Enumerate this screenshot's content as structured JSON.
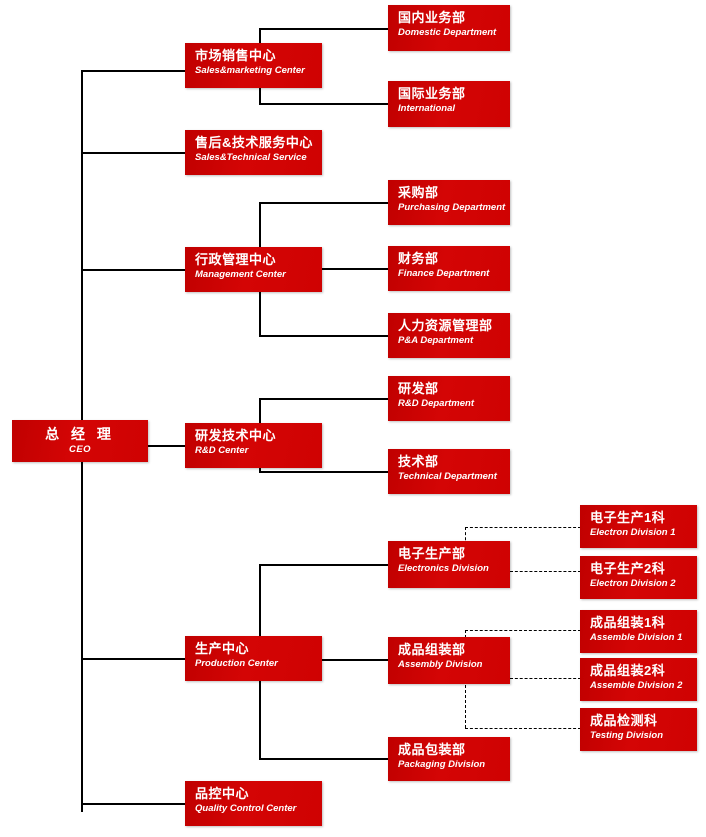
{
  "chart_title": "Company Organization Chart",
  "colors": {
    "node_fill": "#cc0000",
    "node_text": "#ffffff",
    "connector": "#000000",
    "background": "#ffffff"
  },
  "nodes": {
    "ceo": {
      "zh": "总 经 理",
      "en": "CEO"
    },
    "sales_center": {
      "zh": "市场销售中心",
      "en": "Sales&marketing Center"
    },
    "domestic": {
      "zh": "国内业务部",
      "en": "Domestic  Department"
    },
    "international": {
      "zh": "国际业务部",
      "en": "International"
    },
    "after_sales": {
      "zh": "售后&技术服务中心",
      "en": "Sales&Technical Service"
    },
    "admin_center": {
      "zh": "行政管理中心",
      "en": "Management Center"
    },
    "purchasing": {
      "zh": "采购部",
      "en": "Purchasing Department"
    },
    "finance": {
      "zh": "财务部",
      "en": "Finance Department"
    },
    "hr": {
      "zh": "人力资源管理部",
      "en": "P&A Department"
    },
    "rd_center": {
      "zh": "研发技术中心",
      "en": "R&D Center"
    },
    "rd_dept": {
      "zh": "研发部",
      "en": "R&D Department"
    },
    "tech_dept": {
      "zh": "技术部",
      "en": "Technical Department"
    },
    "production": {
      "zh": "生产中心",
      "en": "Production Center"
    },
    "electronics": {
      "zh": "电子生产部",
      "en": "Electronics Division"
    },
    "electron_1": {
      "zh": "电子生产1科",
      "en": "Electron Division 1"
    },
    "electron_2": {
      "zh": "电子生产2科",
      "en": "Electron Division 2"
    },
    "assembly": {
      "zh": "成品组装部",
      "en": "Assembly Division"
    },
    "assemble_1": {
      "zh": "成品组装1科",
      "en": "Assemble Division 1"
    },
    "assemble_2": {
      "zh": "成品组装2科",
      "en": "Assemble Division 2"
    },
    "testing": {
      "zh": "成品检测科",
      "en": "Testing Division"
    },
    "packaging": {
      "zh": "成品包装部",
      "en": "Packaging Division"
    },
    "quality": {
      "zh": "品控中心",
      "en": "Quality Control Center"
    }
  },
  "hierarchy": {
    "root": "ceo",
    "level_1": [
      "sales_center",
      "after_sales",
      "admin_center",
      "rd_center",
      "production",
      "quality"
    ],
    "level_2": {
      "sales_center": [
        "domestic",
        "international"
      ],
      "admin_center": [
        "purchasing",
        "finance",
        "hr"
      ],
      "rd_center": [
        "rd_dept",
        "tech_dept"
      ],
      "production": [
        "electronics",
        "assembly",
        "packaging"
      ]
    },
    "level_3": {
      "electronics": [
        "electron_1",
        "electron_2"
      ],
      "assembly": [
        "assemble_1",
        "assemble_2",
        "testing"
      ]
    }
  }
}
